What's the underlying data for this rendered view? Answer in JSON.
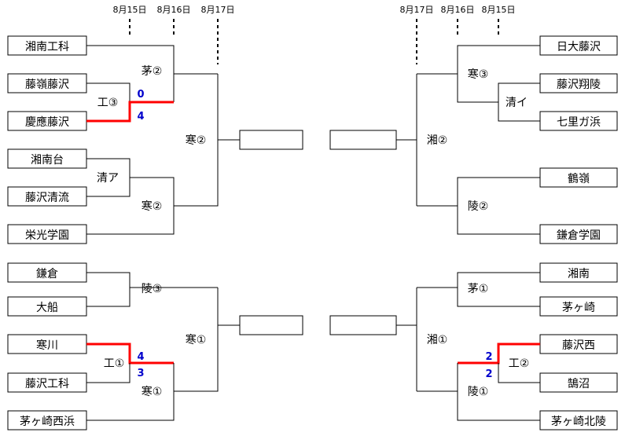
{
  "dates_left": [
    "8月15日",
    "8月16日",
    "8月17日"
  ],
  "dates_right": [
    "8月17日",
    "8月16日",
    "8月15日"
  ],
  "teams_left": [
    "湘南工科",
    "藤嶺藤沢",
    "慶應藤沢",
    "湘南台",
    "藤沢清流",
    "栄光学園",
    "鎌倉",
    "大船",
    "寒川",
    "藤沢工科",
    "茅ヶ崎西浜"
  ],
  "teams_right": [
    "日大藤沢",
    "藤沢翔陵",
    "七里ガ浜",
    "鶴嶺",
    "鎌倉学園",
    "湘南",
    "茅ヶ崎",
    "藤沢西",
    "鵠沼",
    "茅ヶ崎北陵"
  ],
  "venues_left": [
    "茅②",
    "工③",
    "清ア",
    "寒②",
    "寒②",
    "陵③",
    "工①",
    "寒①",
    "寒①"
  ],
  "venues_right": [
    "寒③",
    "清イ",
    "湘②",
    "陵②",
    "茅①",
    "工②",
    "湘①",
    "陵①"
  ],
  "scores": {
    "game_tl_top": "0",
    "game_tl_bottom": "4",
    "game_bl_top": "4",
    "game_bl_bottom": "3",
    "game_br_top": "2",
    "game_br_bottom": "2"
  }
}
